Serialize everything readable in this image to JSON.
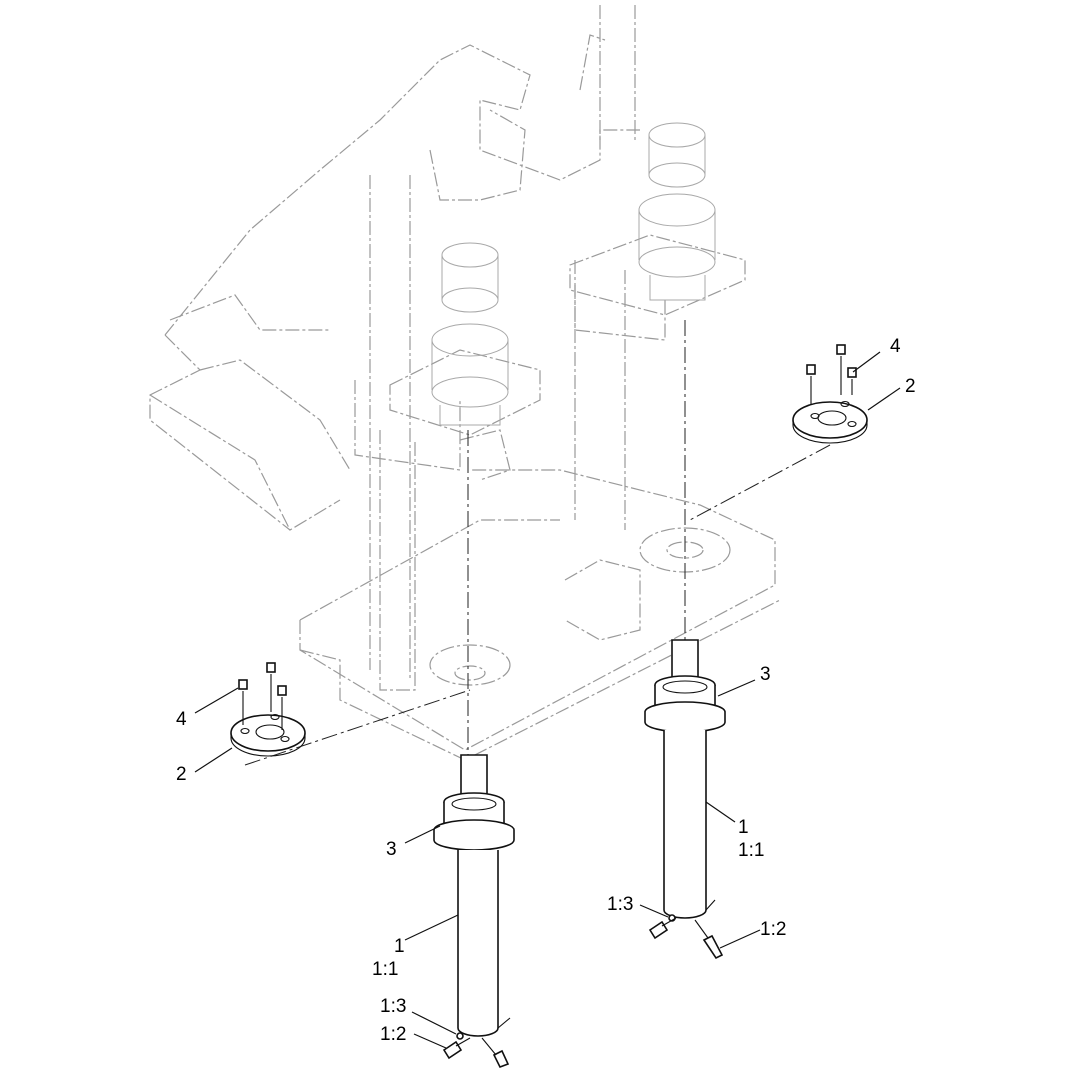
{
  "callouts": {
    "right_bolts": "4",
    "right_plate": "2",
    "right_bushing": "3",
    "right_cylinder": "1",
    "right_cylinder_sub": "1:1",
    "right_screw": "1:3",
    "right_fitting": "1:2",
    "left_bolts": "4",
    "left_plate": "2",
    "left_bushing": "3",
    "left_cylinder": "1",
    "left_cylinder_sub": "1:1",
    "left_screw": "1:3",
    "left_fitting": "1:2"
  },
  "colors": {
    "line": "#111111",
    "ghost": "#9a9a9a",
    "background": "#ffffff"
  }
}
